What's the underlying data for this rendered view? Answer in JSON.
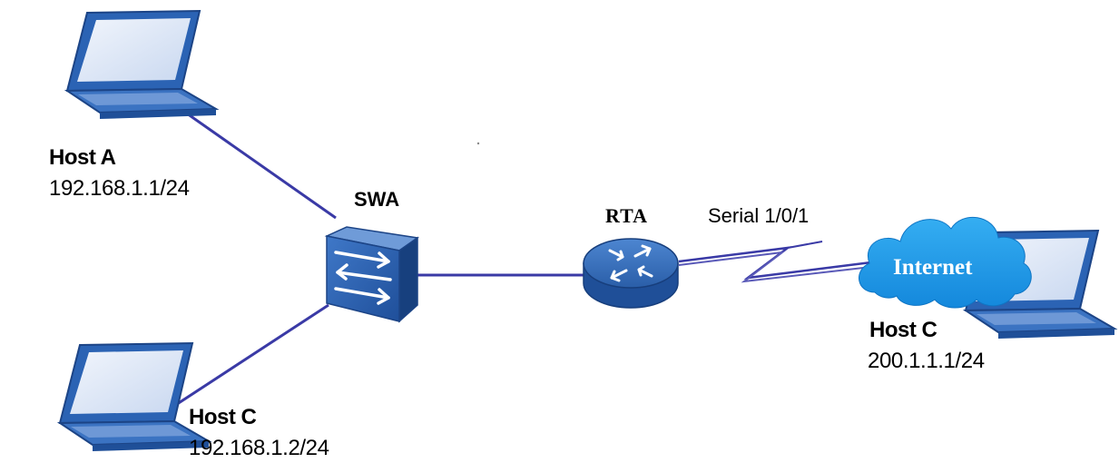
{
  "host_a": {
    "name": "Host A",
    "ip": "192.168.1.1/24"
  },
  "host_c_lan": {
    "name": "Host C",
    "ip": "192.168.1.2/24"
  },
  "host_c_wan": {
    "name": "Host C",
    "ip": "200.1.1.1/24"
  },
  "switch": {
    "name": "SWA"
  },
  "router": {
    "name": "RTA"
  },
  "serial_link": {
    "label": "Serial 1/0/1"
  },
  "cloud": {
    "label": "Internet"
  },
  "colors": {
    "link": "#3a3aa6",
    "laptop_body": "#2b63b4",
    "laptop_screen": "#dbe6f7",
    "switch_body": "#2d62b0",
    "router_body": "#2f62ae",
    "cloud_fill": "#1c97e8"
  }
}
